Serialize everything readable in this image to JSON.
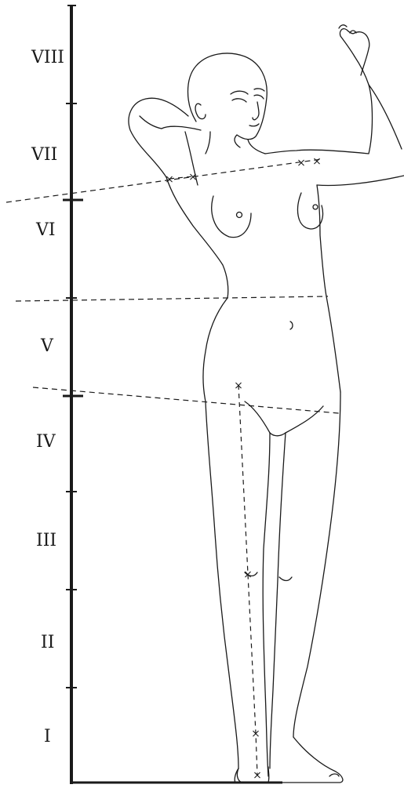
{
  "scale": {
    "labels": [
      "VIII",
      "VII",
      "VI",
      "V",
      "IV",
      "III",
      "II",
      "I"
    ]
  },
  "markers": {
    "symbol": "×"
  },
  "colors": {
    "ink": "#1a1a1a",
    "background": "#ffffff"
  }
}
